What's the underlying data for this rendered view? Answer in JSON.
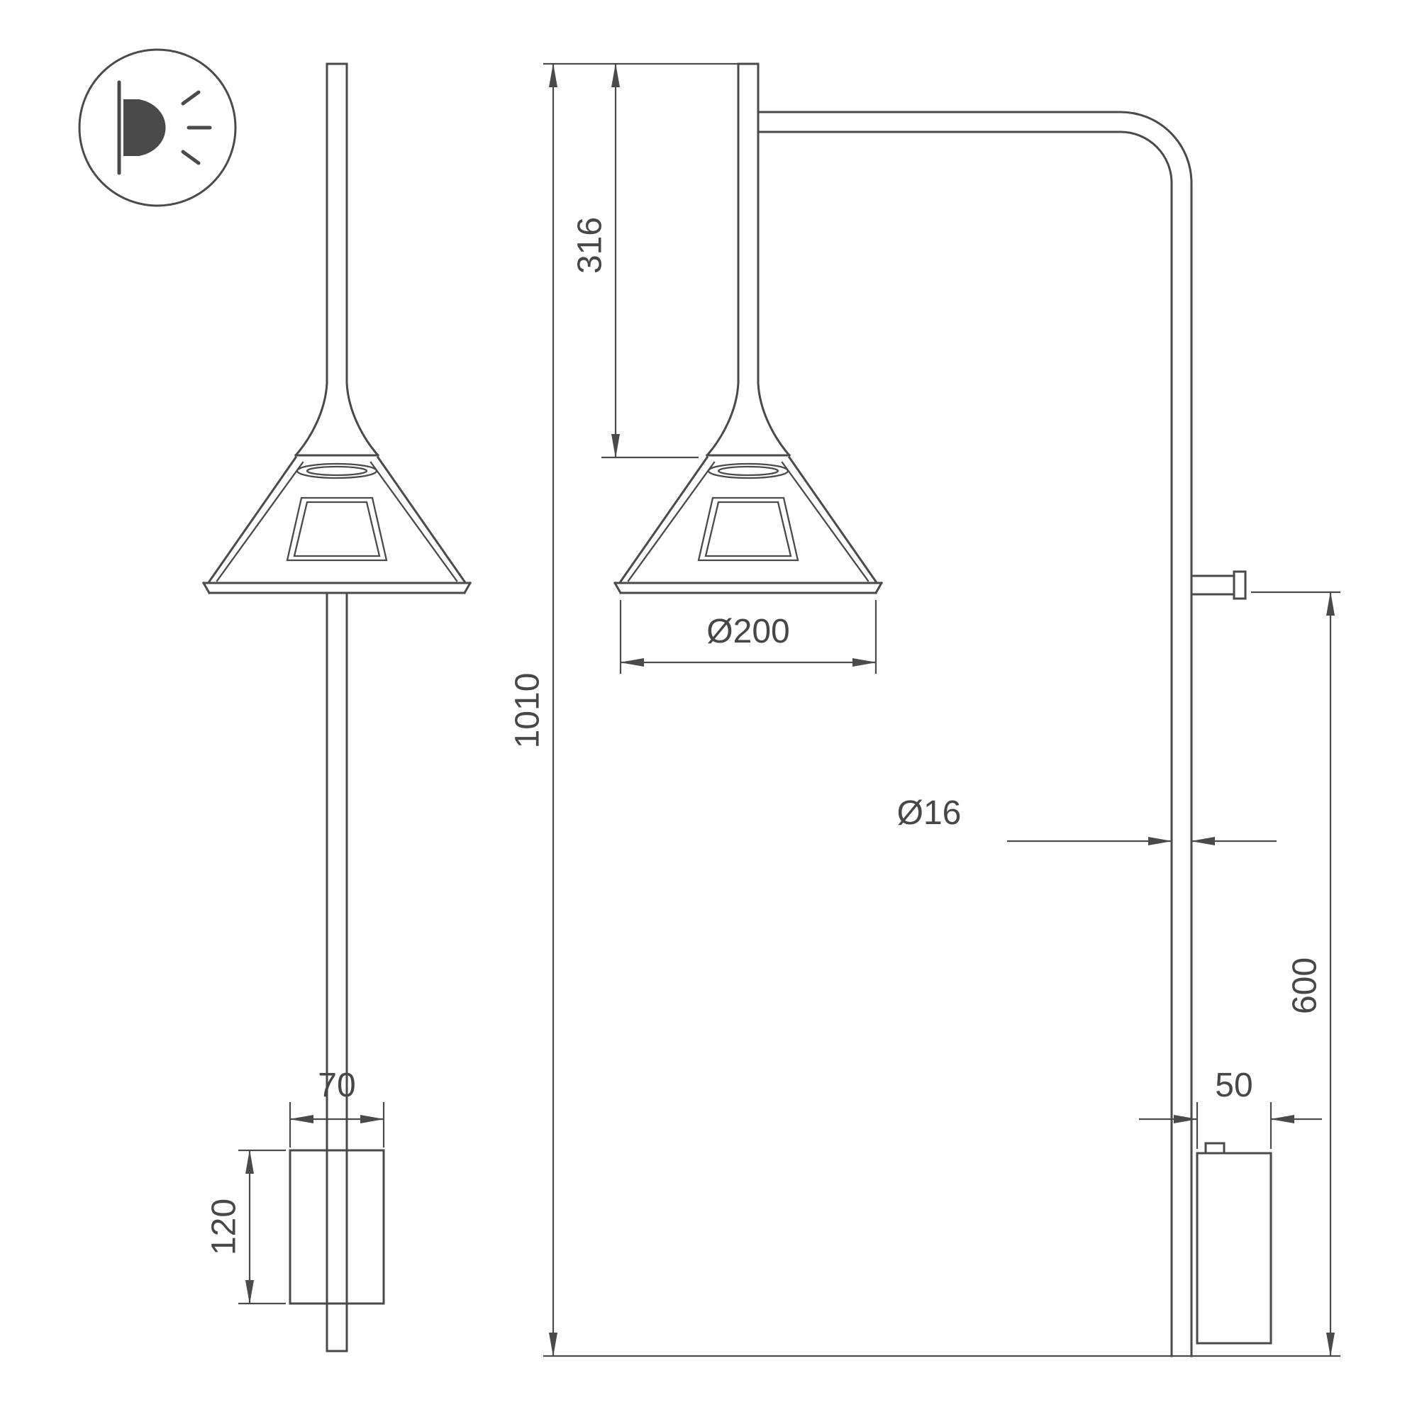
{
  "meta": {
    "background_color": "#ffffff",
    "line_color": "#4a4a4a",
    "drawing_type": "wall-lamp-dimension-drawing"
  },
  "icon": {
    "wall_light": "wall-light-icon"
  },
  "dimensions": {
    "front_width_70": "70",
    "front_height_120": "120",
    "side_drop_316": "316",
    "shade_diameter": "Ø200",
    "total_height": "1010",
    "tube_diameter": "Ø16",
    "wall_rail_600": "600",
    "bracket_width_50": "50"
  }
}
